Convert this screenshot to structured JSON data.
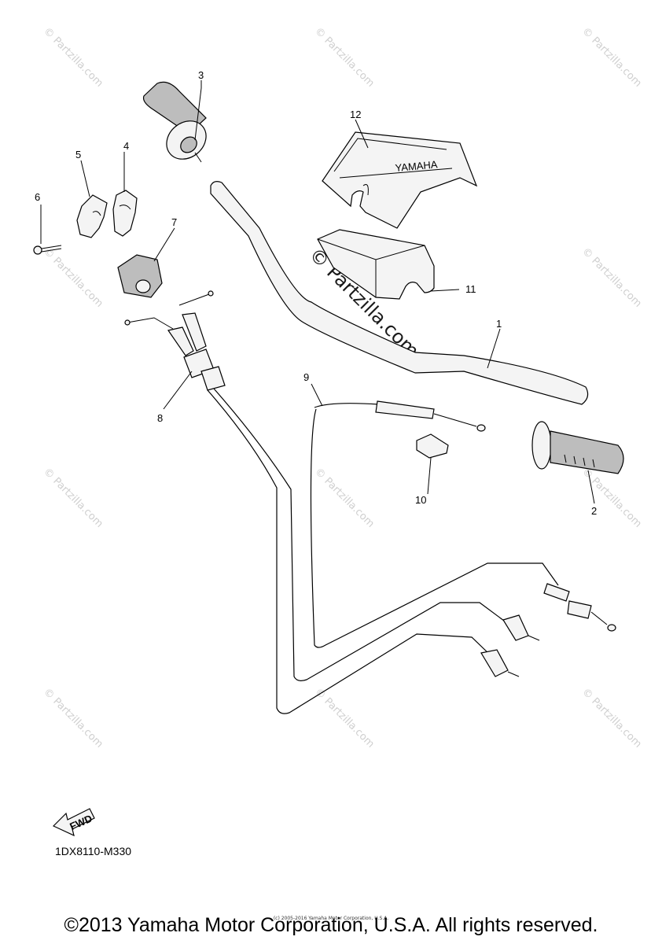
{
  "watermark": {
    "text": "© Partzilla.com",
    "center_text": "© Partzilla.com"
  },
  "callouts": {
    "p1": "1",
    "p2": "2",
    "p3": "3",
    "p4": "4",
    "p5": "5",
    "p6": "6",
    "p7": "7",
    "p8": "8",
    "p9": "9",
    "p10": "10",
    "p11": "11",
    "p12": "12"
  },
  "fwd_label": "FWD",
  "diagram_code": "1DX8110-M330",
  "small_copyright": "(c) 2005-2016 Yamaha Motor Corporation, U.S.A.",
  "copyright": "©2013 Yamaha Motor Corporation, U.S.A. All rights reserved."
}
